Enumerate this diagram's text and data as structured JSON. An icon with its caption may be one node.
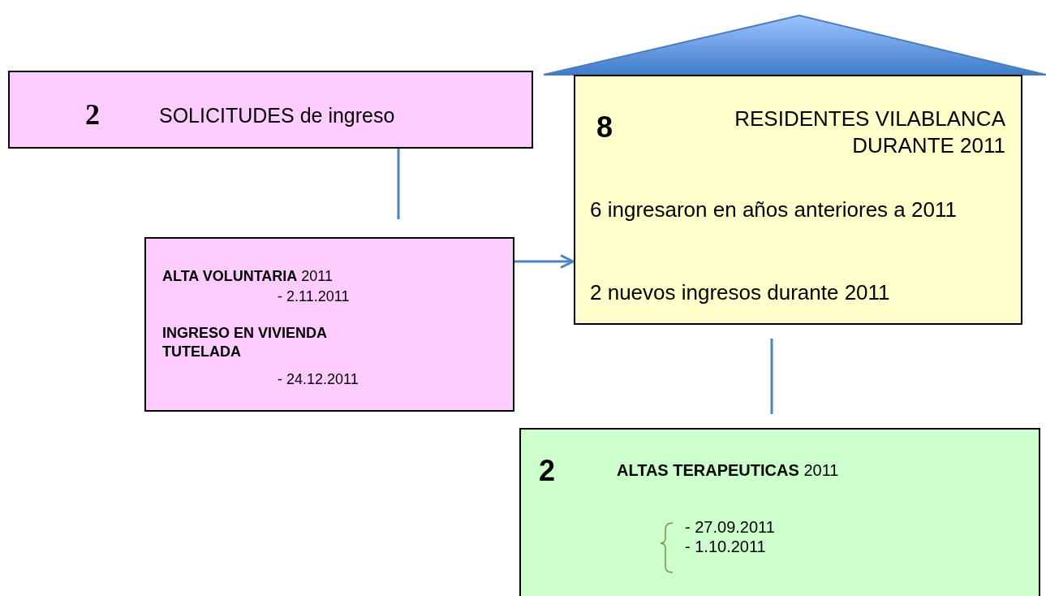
{
  "diagram": {
    "nodes": [
      {
        "text": [
          "2",
          "SOLICITUDES de ingreso"
        ]
      },
      {
        "text": [
          "**ALTA VOLUNTARIA** 2011",
          "- 2.11.2011",
          "INGRESO EN VIVIENDA TUTELADA",
          "- 24.12.2011"
        ]
      },
      {
        "text": [
          "8",
          "RESIDENTES VILABLANCA DURANTE 2011",
          "6 ingresaron en años anteriores a 2011",
          "2 nuevos ingresos durante 2011"
        ]
      },
      {
        "text": [
          "2",
          "**ALTAS TERAPEUTICAS** 2011",
          "- 27.09.2011",
          "- 1.10.2011"
        ]
      },
      {
        "text": [],
        "shape": "triangle"
      }
    ],
    "edges": [
      {
        "from": 0,
        "to": null,
        "arrow": "none"
      },
      {
        "from": 1,
        "to": 2,
        "arrow": "to"
      },
      {
        "from": 2,
        "to": null,
        "arrow": "none"
      }
    ]
  }
}
